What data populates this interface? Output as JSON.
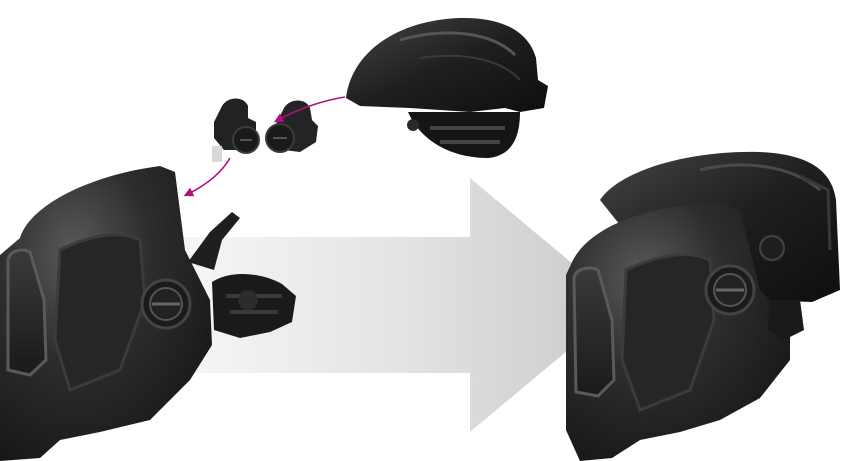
{
  "scene": {
    "description_free": true,
    "items": {
      "hard_hat": {
        "icon": "hard-hat"
      },
      "adapters": {
        "icon": "mounting-adapter-clips"
      },
      "helmet_before": {
        "icon": "welding-helmet-with-headgear"
      },
      "helmet_after": {
        "icon": "welding-helmet-with-hard-hat"
      },
      "process_arrow": {
        "icon": "large-right-arrow"
      },
      "connector_arrows": {
        "icon": "curved-magenta-arrows"
      }
    },
    "colors": {
      "background": "#ffffff",
      "arrow_light": "#f7f7f7",
      "arrow_dark": "#cfcfcf",
      "accent": "#b0117a",
      "equipment_dark": "#1e1e1e",
      "equipment_mid": "#2e2e2e",
      "equipment_light": "#4a4a4a"
    }
  }
}
